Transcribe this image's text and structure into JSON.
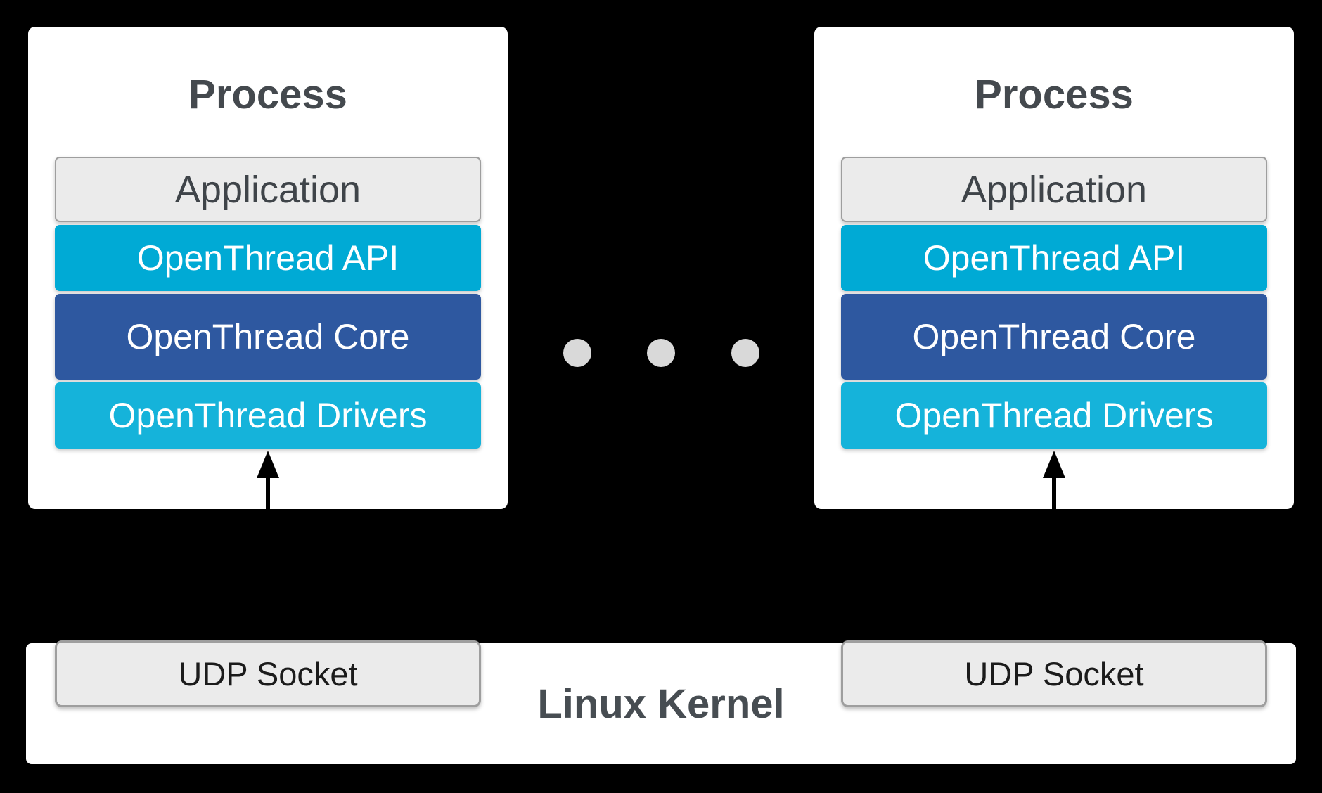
{
  "colors": {
    "background": "#000000",
    "process_box_fill": "#ffffff",
    "process_title_text": "#44494e",
    "application_fill": "#ebebeb",
    "application_border": "#9e9e9e",
    "application_text": "#3f4449",
    "api_fill": "#00aad5",
    "core_fill": "#2e58a0",
    "drivers_fill": "#15b3da",
    "layer_text": "#ffffff",
    "kernel_bar_fill": "#ffffff",
    "kernel_text": "#474d52",
    "udp_fill": "#ebebeb",
    "udp_border": "#9e9e9e",
    "udp_text": "#1b1b1b",
    "dot_fill": "#d9d9d9",
    "arrow": "#000000"
  },
  "processes": [
    {
      "title": "Process",
      "layers": [
        {
          "name": "application",
          "label": "Application"
        },
        {
          "name": "openthread-api",
          "label": "OpenThread API"
        },
        {
          "name": "openthread-core",
          "label": "OpenThread Core"
        },
        {
          "name": "openthread-drivers",
          "label": "OpenThread Drivers"
        }
      ],
      "socket_label": "UDP Socket"
    },
    {
      "title": "Process",
      "layers": [
        {
          "name": "application",
          "label": "Application"
        },
        {
          "name": "openthread-api",
          "label": "OpenThread API"
        },
        {
          "name": "openthread-core",
          "label": "OpenThread Core"
        },
        {
          "name": "openthread-drivers",
          "label": "OpenThread Drivers"
        }
      ],
      "socket_label": "UDP Socket"
    }
  ],
  "ellipsis": {
    "dot_count": 3
  },
  "kernel": {
    "label": "Linux Kernel"
  }
}
